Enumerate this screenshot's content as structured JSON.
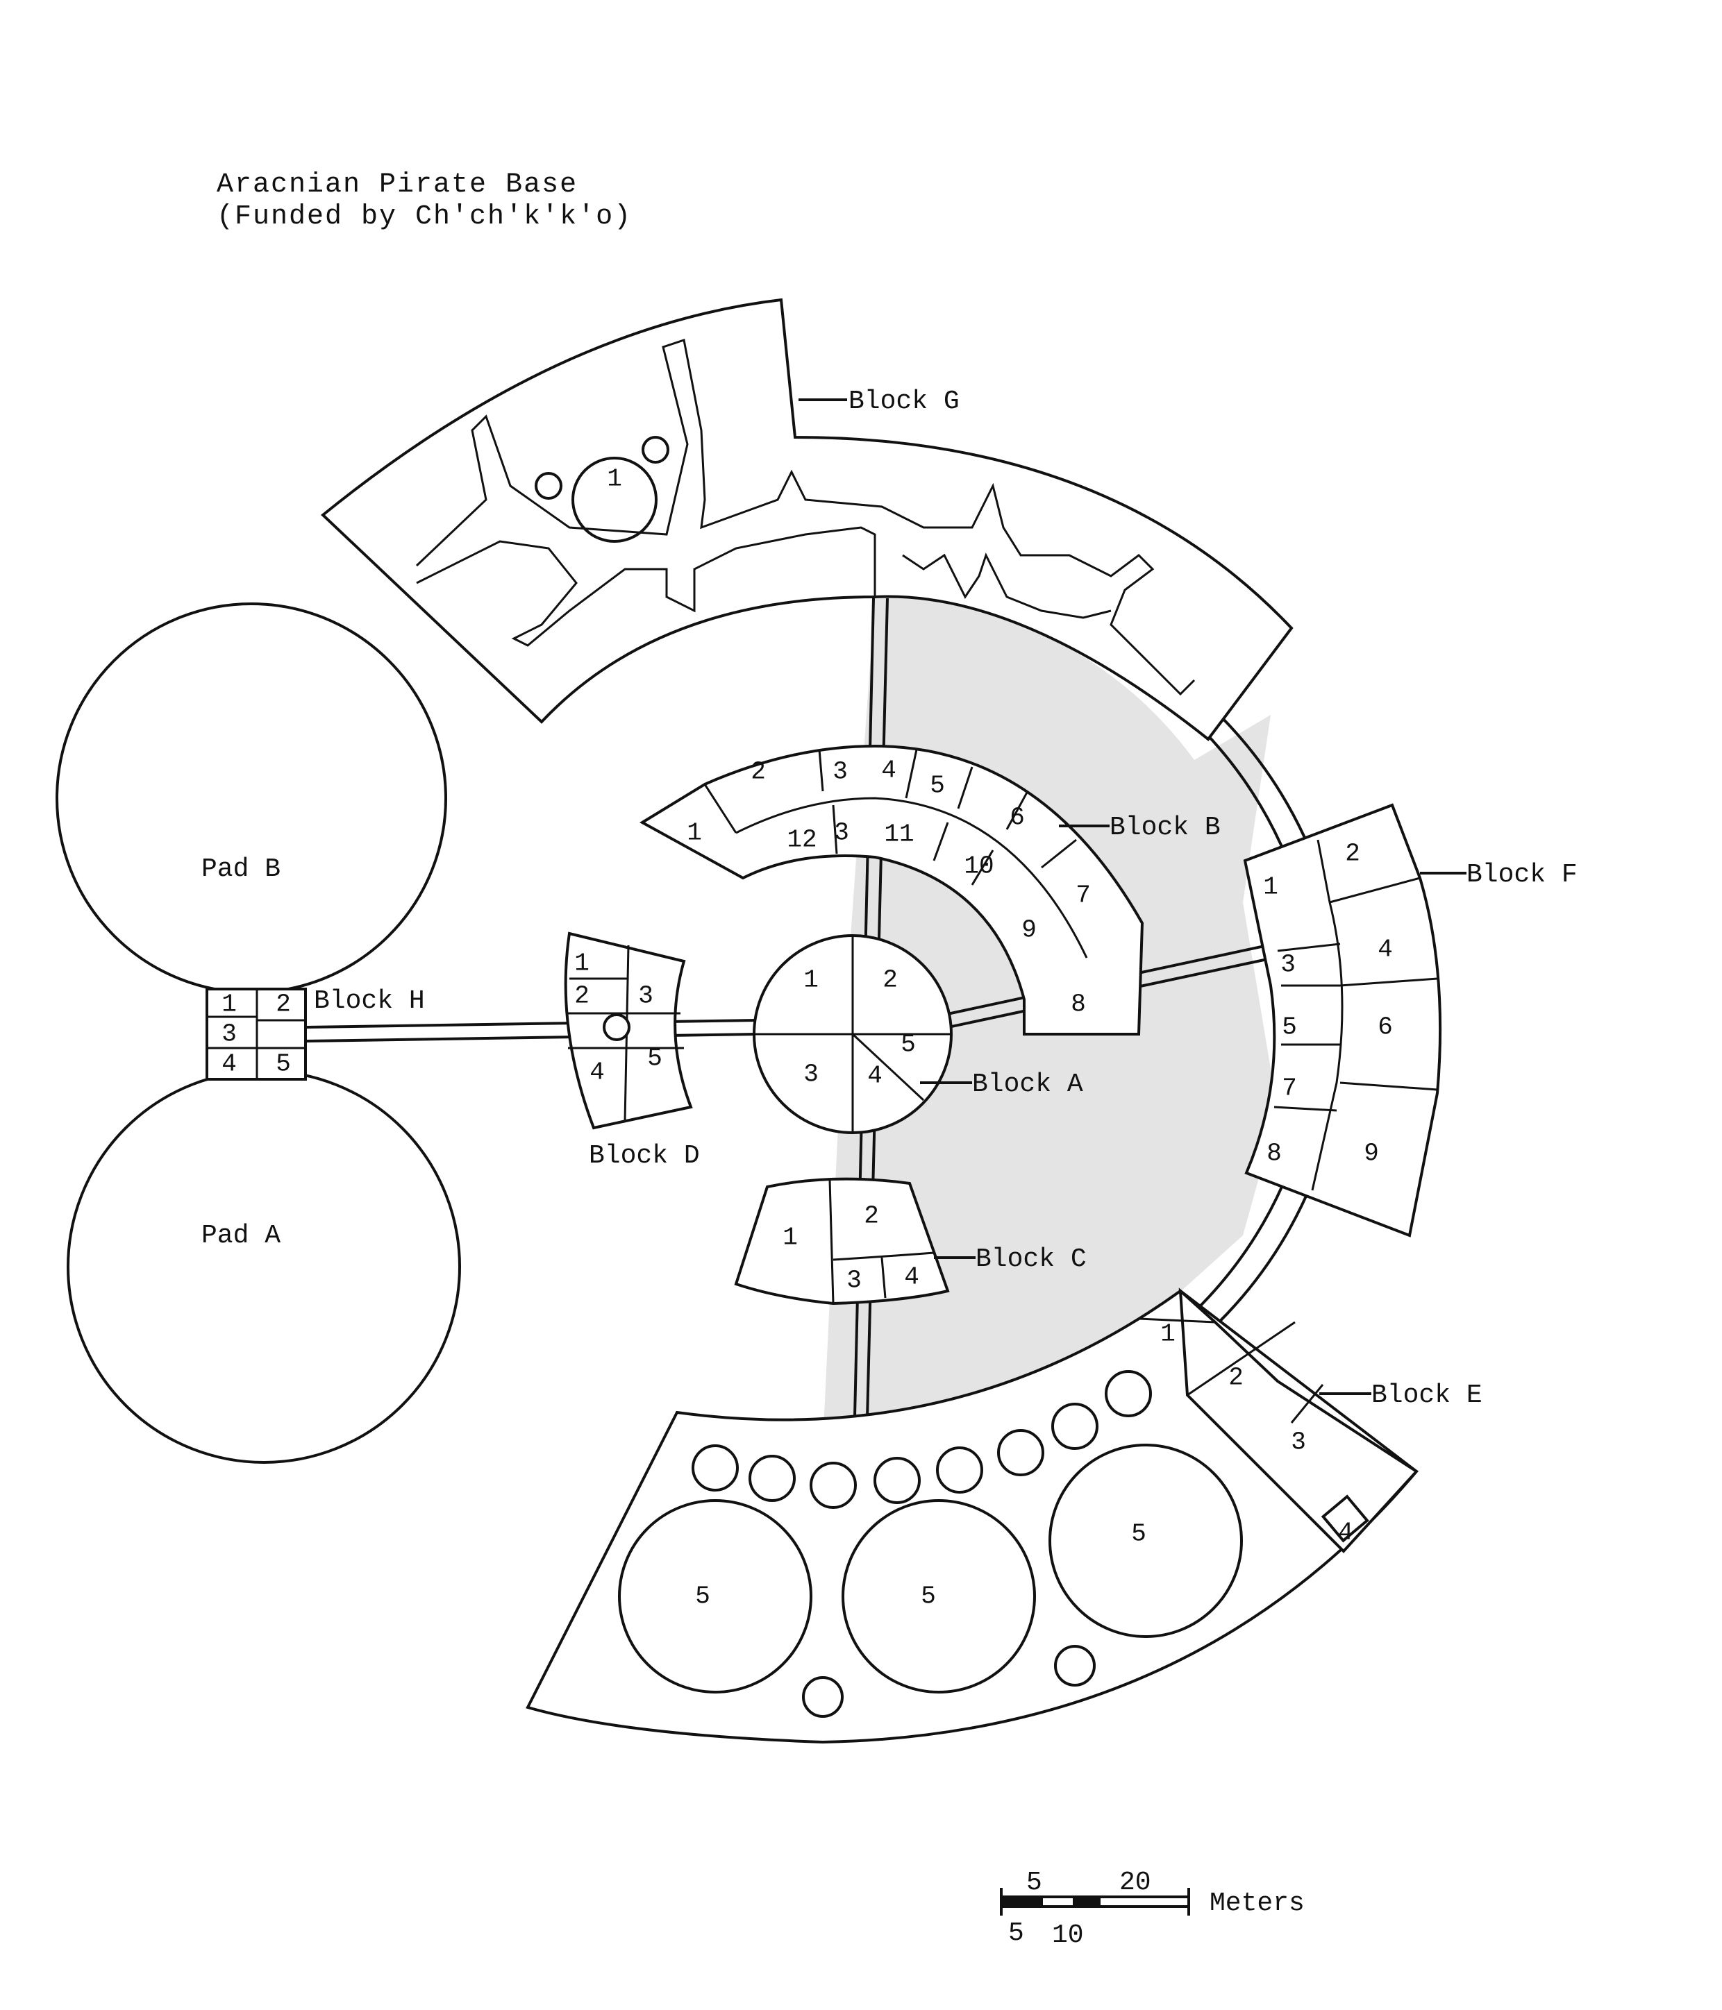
{
  "title": {
    "line1": "Aracnian Pirate Base",
    "line2": "(Funded by Ch'ch'k'k'o)"
  },
  "pads": {
    "pad_b": "Pad B",
    "pad_a": "Pad A"
  },
  "blocks": {
    "a": {
      "label": "Block A",
      "rooms": [
        "1",
        "2",
        "3",
        "4",
        "5"
      ]
    },
    "b": {
      "label": "Block B",
      "rooms": [
        "1",
        "2",
        "3",
        "4",
        "5",
        "6",
        "7",
        "8",
        "9",
        "10",
        "11",
        "12",
        "3"
      ]
    },
    "c": {
      "label": "Block C",
      "rooms": [
        "1",
        "2",
        "3",
        "4"
      ]
    },
    "d": {
      "label": "Block D",
      "rooms": [
        "1",
        "2",
        "3",
        "4",
        "5"
      ]
    },
    "e": {
      "label": "Block E",
      "rooms": [
        "1",
        "2",
        "3",
        "4",
        "5",
        "5",
        "5"
      ]
    },
    "f": {
      "label": "Block F",
      "rooms": [
        "1",
        "2",
        "3",
        "4",
        "5",
        "6",
        "7",
        "8",
        "9"
      ]
    },
    "g": {
      "label": "Block G",
      "rooms": [
        "1"
      ]
    },
    "h": {
      "label": "Block H",
      "rooms": [
        "1",
        "2",
        "3",
        "4",
        "5"
      ]
    }
  },
  "scale": {
    "unit": "Meters",
    "top_ticks": [
      "5",
      "20"
    ],
    "bottom_ticks": [
      "5",
      "10"
    ]
  },
  "colors": {
    "ink": "#111111",
    "paper": "#ffffff",
    "shade": "#e4e4e4"
  }
}
